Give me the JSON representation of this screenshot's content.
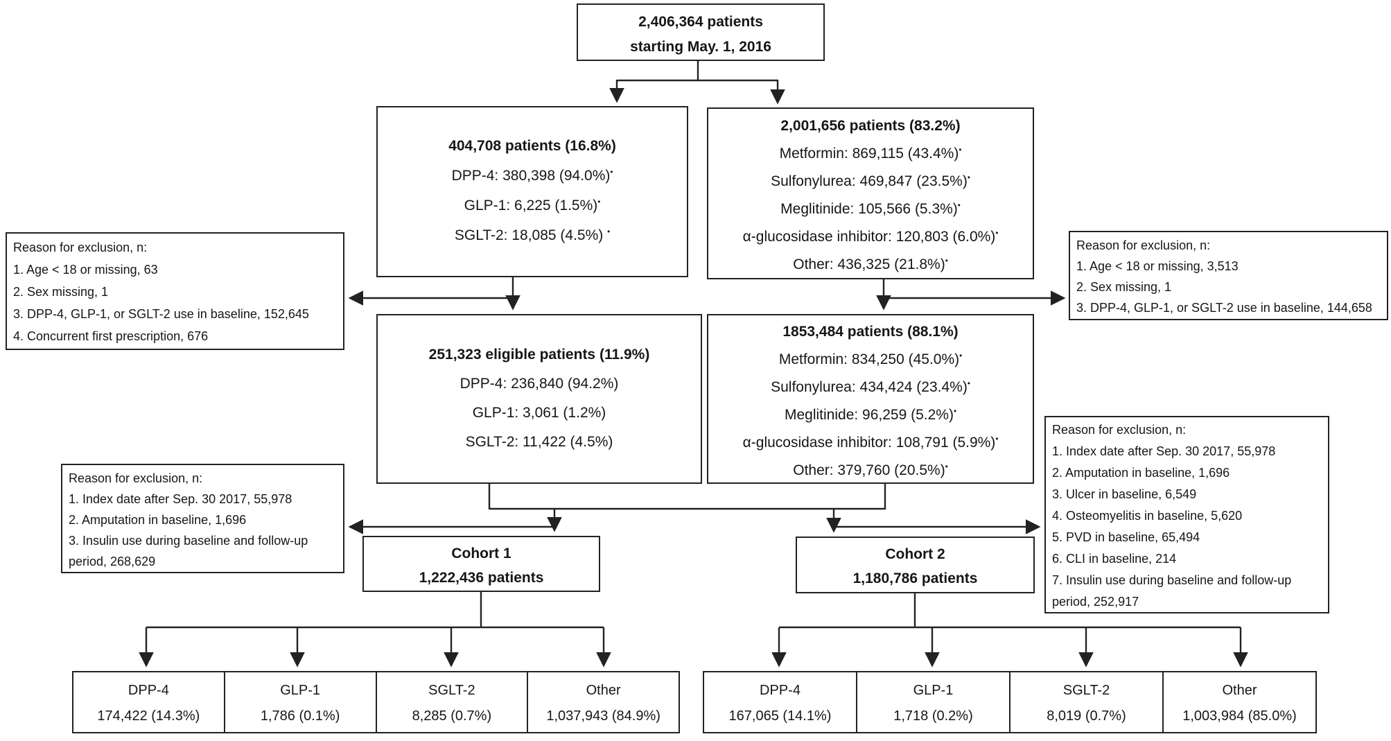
{
  "colors": {
    "line": "#222222",
    "text": "#161616",
    "background": "#ffffff"
  },
  "top_box": {
    "line1": "2,406,364 patients",
    "line2": "starting May. 1, 2016"
  },
  "initial_split": {
    "left": {
      "title": "404,708 patients (16.8%)",
      "items": [
        {
          "text": "DPP-4: 380,398 (94.0%)",
          "mark": "•"
        },
        {
          "text": "GLP-1: 6,225 (1.5%)",
          "mark": "•"
        },
        {
          "text": "SGLT-2: 18,085 (4.5%)",
          "mark": "•"
        }
      ]
    },
    "right": {
      "title": "2,001,656 patients (83.2%)",
      "items": [
        {
          "text": "Metformin: 869,115 (43.4%)",
          "mark": "•"
        },
        {
          "text": "Sulfonylurea: 469,847 (23.5%)",
          "mark": "•"
        },
        {
          "text": "Meglitinide: 105,566 (5.3%)",
          "mark": "•"
        },
        {
          "text": "α-glucosidase inhibitor: 120,803 (6.0%)",
          "mark": "•"
        },
        {
          "text": "Other: 436,325 (21.8%)",
          "mark": "•"
        }
      ]
    }
  },
  "eligible": {
    "left": {
      "title": "251,323 eligible patients (11.9%)",
      "items": [
        {
          "text": "DPP-4: 236,840 (94.2%)",
          "mark": ""
        },
        {
          "text": "GLP-1: 3,061 (1.2%)",
          "mark": ""
        },
        {
          "text": "SGLT-2: 11,422 (4.5%)",
          "mark": ""
        }
      ]
    },
    "right": {
      "title": "1853,484 patients (88.1%)",
      "items": [
        {
          "text": "Metformin: 834,250 (45.0%)",
          "mark": "•"
        },
        {
          "text": "Sulfonylurea: 434,424 (23.4%)",
          "mark": "•"
        },
        {
          "text": "Meglitinide: 96,259 (5.2%)",
          "mark": "•"
        },
        {
          "text": "α-glucosidase inhibitor: 108,791 (5.9%)",
          "mark": "•"
        },
        {
          "text": "Other: 379,760 (20.5%)",
          "mark": "•"
        }
      ]
    }
  },
  "exclusions": {
    "top_left": {
      "header": "Reason for exclusion, n:",
      "items": [
        "1. Age < 18 or missing, 63",
        "2. Sex missing, 1",
        "3. DPP-4, GLP-1, or SGLT-2 use in baseline, 152,645",
        "4. Concurrent first prescription, 676"
      ]
    },
    "top_right": {
      "header": "Reason for exclusion, n:",
      "items": [
        "1. Age < 18 or missing, 3,513",
        "2. Sex missing, 1",
        "3. DPP-4, GLP-1, or SGLT-2 use in baseline, 144,658"
      ]
    },
    "bottom_left": {
      "header": "Reason for exclusion, n:",
      "items": [
        "1. Index date after Sep. 30 2017, 55,978",
        "2. Amputation in baseline, 1,696",
        "3. Insulin use during baseline and follow-up period, 268,629"
      ]
    },
    "bottom_right": {
      "header": "Reason for exclusion, n:",
      "items": [
        "1. Index date after Sep. 30 2017, 55,978",
        "2. Amputation in baseline, 1,696",
        "3. Ulcer in baseline, 6,549",
        "4. Osteomyelitis in baseline, 5,620",
        "5. PVD in baseline, 65,494",
        "6. CLI in baseline, 214",
        "7. Insulin use during baseline and follow-up period, 252,917"
      ]
    }
  },
  "cohorts": {
    "cohort1": {
      "title": "Cohort 1",
      "subtitle": "1,222,436 patients"
    },
    "cohort2": {
      "title": "Cohort 2",
      "subtitle": "1,180,786 patients"
    }
  },
  "outcome_tables": {
    "cohort1": [
      {
        "label": "DPP-4",
        "value": "174,422 (14.3%)"
      },
      {
        "label": "GLP-1",
        "value": "1,786 (0.1%)"
      },
      {
        "label": "SGLT-2",
        "value": "8,285 (0.7%)"
      },
      {
        "label": "Other",
        "value": "1,037,943 (84.9%)"
      }
    ],
    "cohort2": [
      {
        "label": "DPP-4",
        "value": "167,065 (14.1%)"
      },
      {
        "label": "GLP-1",
        "value": "1,718 (0.2%)"
      },
      {
        "label": "SGLT-2",
        "value": "8,019 (0.7%)"
      },
      {
        "label": "Other",
        "value": "1,003,984 (85.0%)"
      }
    ]
  }
}
